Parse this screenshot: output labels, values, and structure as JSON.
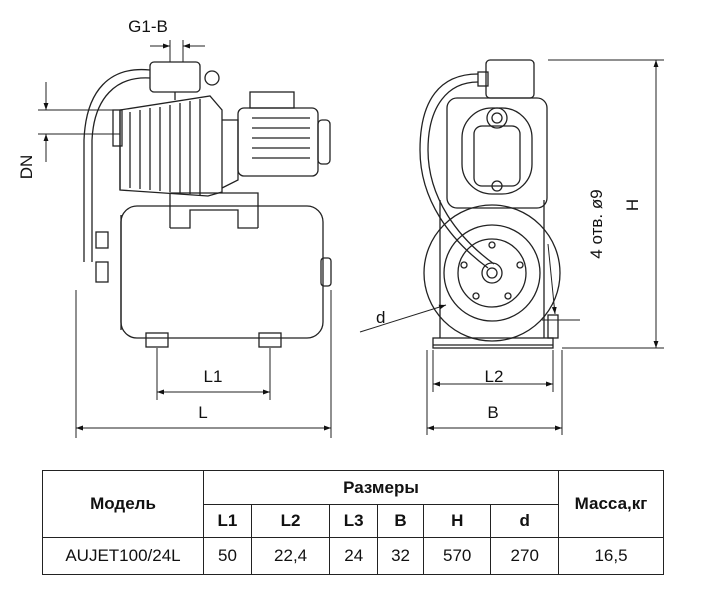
{
  "drawing": {
    "labels": {
      "g1b": "G1-B",
      "dn": "DN",
      "l1": "L1",
      "l": "L",
      "d": "d",
      "l2": "L2",
      "b": "B",
      "h": "H",
      "holes": "4 отв. ø9"
    }
  },
  "table": {
    "header": {
      "model": "Модель",
      "sizes": "Размеры",
      "mass": "Масса,кг"
    },
    "subheaders": [
      "L1",
      "L2",
      "L3",
      "B",
      "H",
      "d"
    ],
    "row": {
      "model": "AUJET100/24L",
      "values": [
        "50",
        "22,4",
        "24",
        "32",
        "570",
        "270"
      ],
      "mass": "16,5"
    }
  }
}
